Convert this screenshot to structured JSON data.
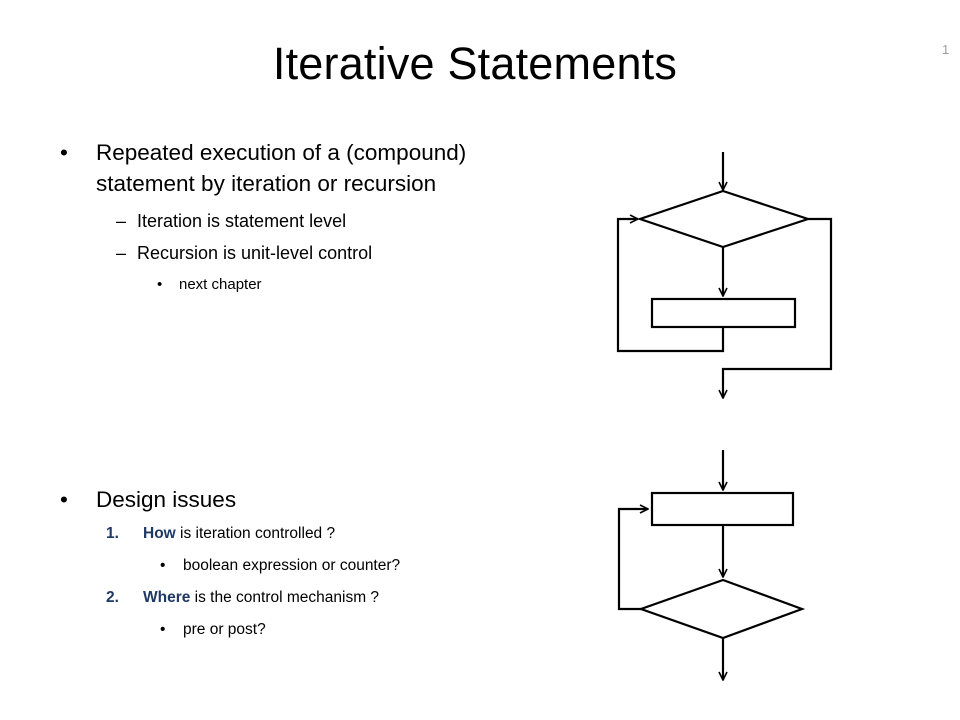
{
  "slide": {
    "title": "Iterative Statements",
    "number": "1"
  },
  "section1": {
    "bullet": "Repeated execution of a (compound) statement by iteration or recursion",
    "line1": "Repeated execution of a (compound)",
    "line2": "statement by iteration or recursion",
    "sub_items": [
      {
        "marker": "–",
        "text": "Iteration is statement level"
      },
      {
        "marker": "–",
        "text": "Recursion is unit-level control"
      }
    ],
    "subsub_items": [
      {
        "marker": "•",
        "text": "next chapter"
      }
    ]
  },
  "section2": {
    "bullet": "Design issues",
    "items": [
      {
        "marker": "1.",
        "emphasis": "How",
        "rest": " is iteration controlled ?"
      },
      {
        "marker": "•",
        "text": "boolean expression or counter?"
      },
      {
        "marker": "2.",
        "emphasis": "Where",
        "rest": " is the control mechanism ?"
      },
      {
        "marker": "•",
        "text": "pre or post?"
      }
    ]
  },
  "colors": {
    "text": "#000000",
    "accent": "#1f3864",
    "slide_number": "#9a9a9a",
    "diagram_stroke": "#000000"
  }
}
